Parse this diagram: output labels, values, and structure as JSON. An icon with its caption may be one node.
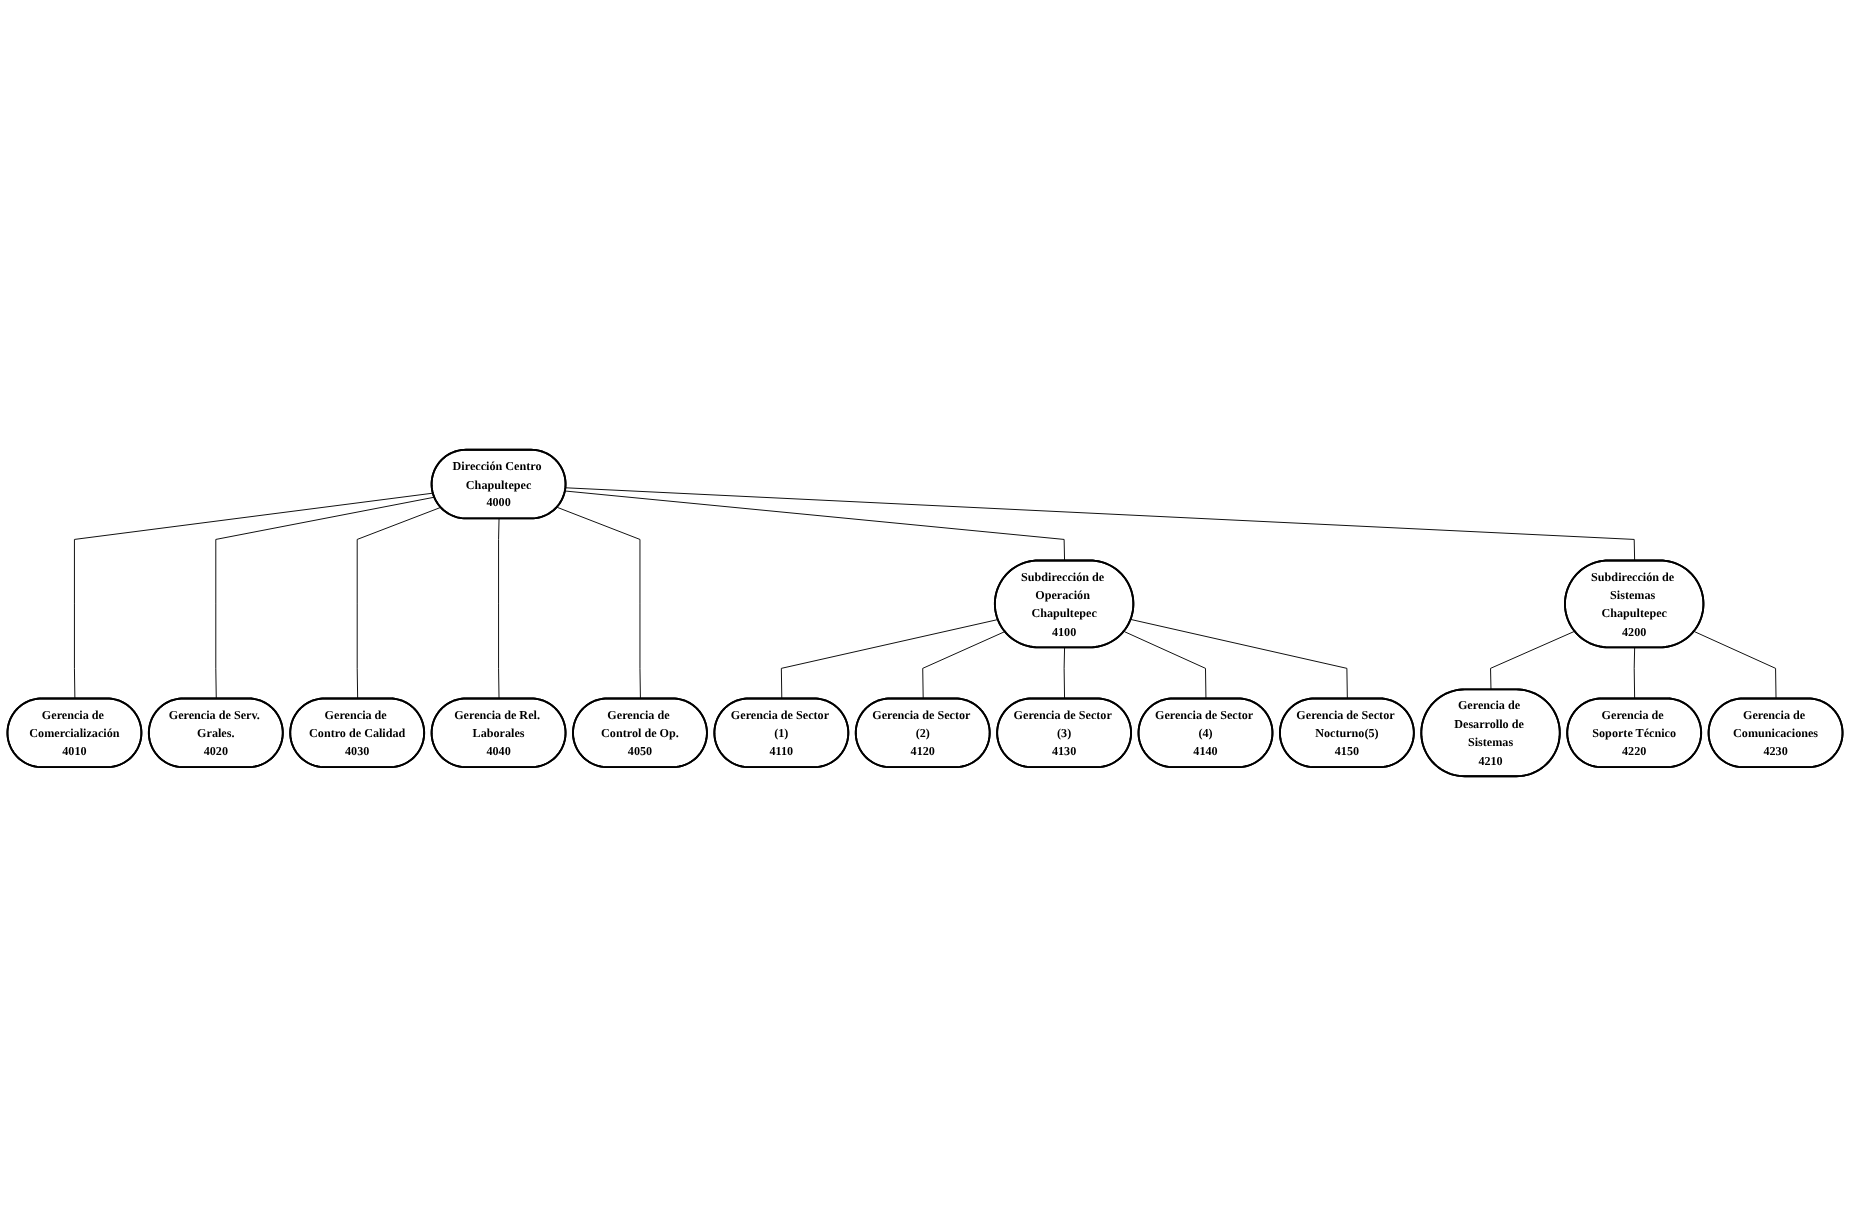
{
  "diagram": {
    "nodes": [
      {
        "text": [
          "Dirección Centro Chapultepec",
          "4000"
        ]
      },
      {
        "text": [
          "Subdirección de Operación Chapultepec",
          "4100"
        ]
      },
      {
        "text": [
          "Subdirección de Sistemas Chapultepec",
          "4200"
        ]
      },
      {
        "text": [
          "Gerencia de Comercialización",
          "4010"
        ]
      },
      {
        "text": [
          "Gerencia de Serv. Grales.",
          "4020"
        ]
      },
      {
        "text": [
          "Gerencia de Contro de Calidad",
          "4030"
        ]
      },
      {
        "text": [
          "Gerencia de Rel. Laborales",
          "4040"
        ]
      },
      {
        "text": [
          "Gerencia de Control de Op.",
          "4050"
        ]
      },
      {
        "text": [
          "Gerencia de Sector (1)",
          "4110"
        ]
      },
      {
        "text": [
          "Gerencia de Sector (2)",
          "4120"
        ]
      },
      {
        "text": [
          "Gerencia de Sector (3)",
          "4130"
        ]
      },
      {
        "text": [
          "Gerencia de Sector (4)",
          "4140"
        ]
      },
      {
        "text": [
          "Gerencia de Sector Nocturno(5)",
          "4150"
        ]
      },
      {
        "text": [
          "Gerencia de Desarrollo de Sistemas",
          "4210"
        ]
      },
      {
        "text": [
          "Gerencia de Soporte Técnico",
          "4220"
        ]
      },
      {
        "text": [
          "Gerencia de Comunicaciones",
          "4230"
        ]
      }
    ],
    "edges": [
      {
        "from": 0,
        "to": 3,
        "arrow": "none"
      },
      {
        "from": 0,
        "to": 4,
        "arrow": "none"
      },
      {
        "from": 0,
        "to": 5,
        "arrow": "none"
      },
      {
        "from": 0,
        "to": 6,
        "arrow": "none"
      },
      {
        "from": 0,
        "to": 7,
        "arrow": "none"
      },
      {
        "from": 0,
        "to": 1,
        "arrow": "none"
      },
      {
        "from": 0,
        "to": 2,
        "arrow": "none"
      },
      {
        "from": 1,
        "to": 8,
        "arrow": "none"
      },
      {
        "from": 1,
        "to": 9,
        "arrow": "none"
      },
      {
        "from": 1,
        "to": 10,
        "arrow": "none"
      },
      {
        "from": 1,
        "to": 11,
        "arrow": "none"
      },
      {
        "from": 1,
        "to": 12,
        "arrow": "none"
      },
      {
        "from": 2,
        "to": 13,
        "arrow": "none"
      },
      {
        "from": 2,
        "to": 14,
        "arrow": "none"
      },
      {
        "from": 2,
        "to": 15,
        "arrow": "none"
      }
    ]
  }
}
